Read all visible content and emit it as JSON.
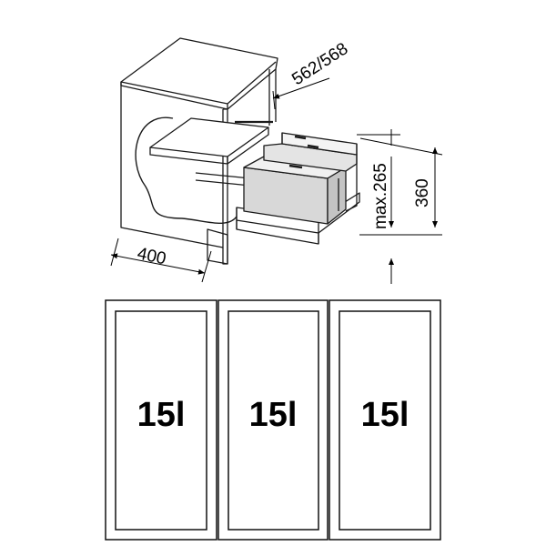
{
  "dimensions": {
    "depth": "562/568",
    "width": "400",
    "max_height": "max.265",
    "height": "360"
  },
  "bins": [
    {
      "label": "15l"
    },
    {
      "label": "15l"
    },
    {
      "label": "15l"
    }
  ]
}
